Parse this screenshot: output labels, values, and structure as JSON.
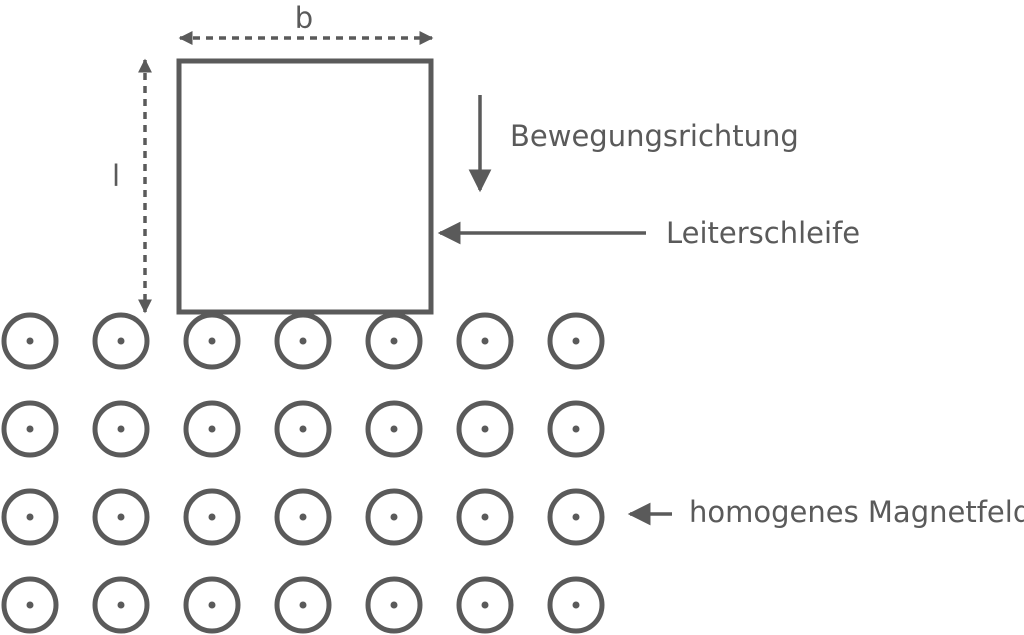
{
  "labels": {
    "width": "b",
    "length": "l",
    "direction": "Bewegungsrichtung",
    "loop": "Leiterschleife",
    "field": "homogenes Magnetfeld"
  },
  "field": {
    "rows": 4,
    "cols": 7,
    "symbol": "field-out-of-page-icon"
  },
  "colors": {
    "stroke": "#5a5a5a"
  }
}
